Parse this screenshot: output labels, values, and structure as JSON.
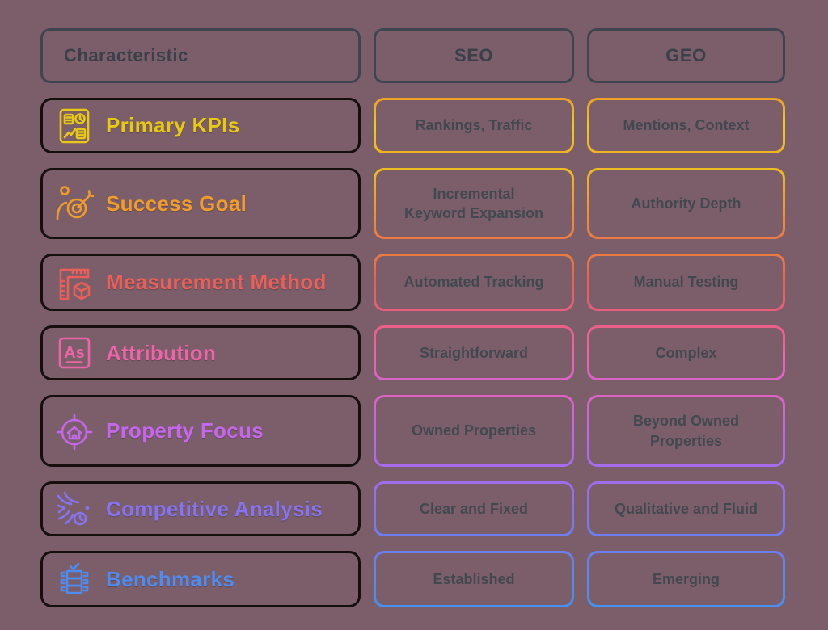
{
  "page": {
    "background": "#7c5e6b",
    "header_border": "#3e4450",
    "header_text_color": "#3a4049",
    "label_box_border": "#15100d",
    "cell_text_color": "#42484f"
  },
  "header": {
    "characteristic": "Characteristic",
    "seo": "SEO",
    "geo": "GEO"
  },
  "rows": [
    {
      "label": "Primary KPIs",
      "icon": "kpi-dashboard-icon",
      "color": "#e7c914",
      "gradient": [
        "#eda028",
        "#eecd16",
        "#efb122"
      ],
      "seo": "Rankings, Traffic",
      "geo": "Mentions, Context"
    },
    {
      "label": "Success Goal",
      "icon": "person-target-icon",
      "color": "#f09c2b",
      "gradient": [
        "#eebd21",
        "#ef9b2e",
        "#ed7a44"
      ],
      "seo": "Incremental\nKeyword Expansion",
      "geo": "Authority Depth"
    },
    {
      "label": "Measurement Method",
      "icon": "ruler-cube-icon",
      "color": "#ea5f58",
      "gradient": [
        "#ec7c41",
        "#e85f56",
        "#ea5e7e"
      ],
      "seo": "Automated Tracking",
      "geo": "Manual Testing"
    },
    {
      "label": "Attribution",
      "icon": "attribution-as-icon",
      "color": "#ee64a8",
      "gradient": [
        "#ea5f85",
        "#ee64a8",
        "#d863c8"
      ],
      "seo": "Straightforward",
      "geo": "Complex"
    },
    {
      "label": "Property Focus",
      "icon": "house-target-icon",
      "color": "#c467ea",
      "gradient": [
        "#dc63c4",
        "#c167e8",
        "#a56cec"
      ],
      "seo": "Owned Properties",
      "geo": "Beyond Owned\nProperties"
    },
    {
      "label": "Competitive Analysis",
      "icon": "wind-clock-icon",
      "color": "#8673f0",
      "gradient": [
        "#a06cec",
        "#8673ee",
        "#6d7eee"
      ],
      "seo": "Clear and Fixed",
      "geo": "Qualitative and Fluid"
    },
    {
      "label": "Benchmarks",
      "icon": "benchmark-stack-icon",
      "color": "#4f8cf0",
      "gradient": [
        "#6b7eee",
        "#548bee",
        "#4590ef"
      ],
      "seo": "Established",
      "geo": "Emerging"
    }
  ]
}
